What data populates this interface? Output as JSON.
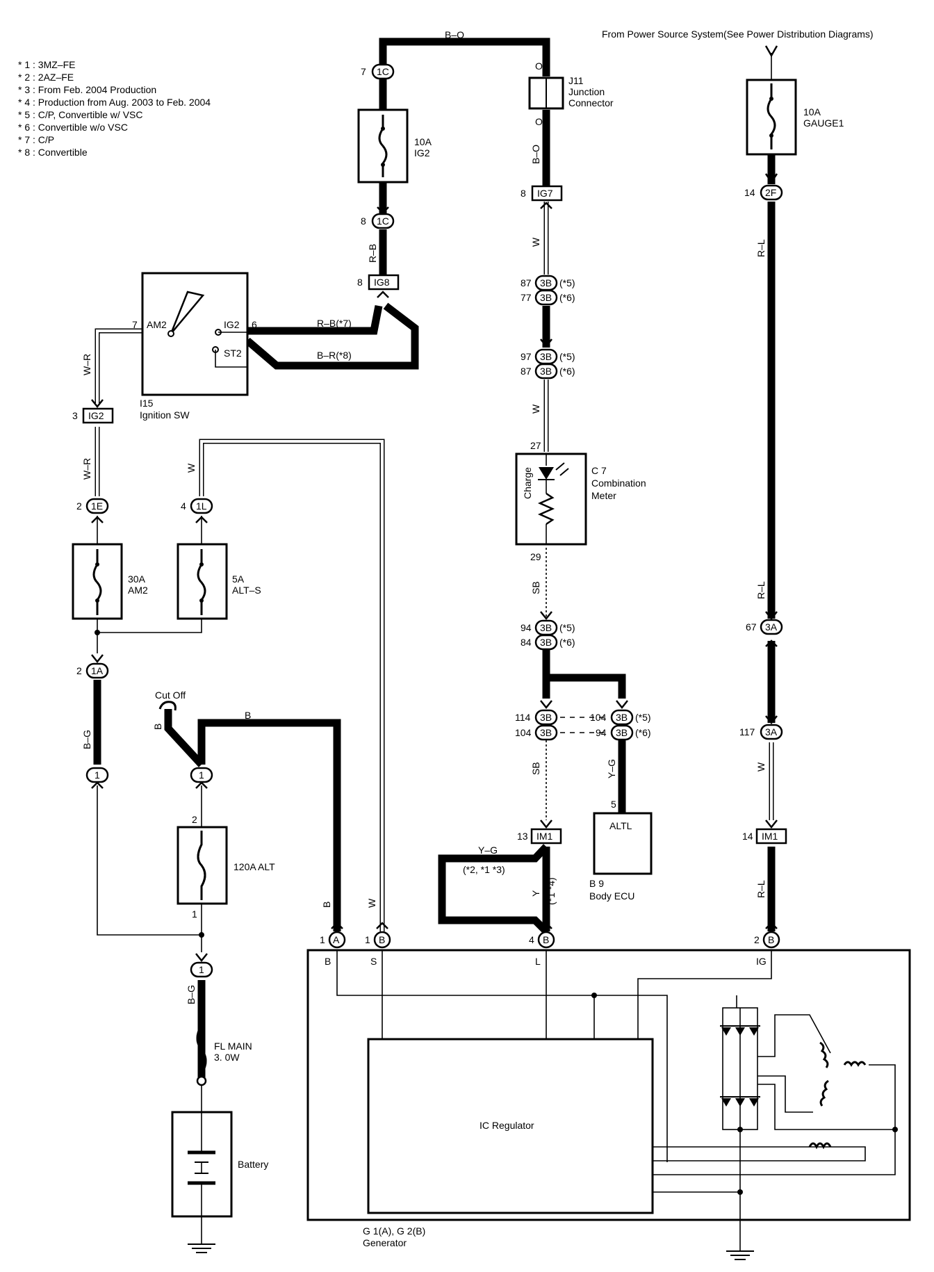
{
  "header": {
    "power_source": "From Power Source System(See Power Distribution Diagrams)"
  },
  "notes": [
    "* 1 : 3MZ–FE",
    "* 2 : 2AZ–FE",
    "* 3 : From Feb.  2004 Production",
    "* 4 : Production from Aug.  2003 to Feb.  2004",
    "* 5 : C/P,  Convertible w/ VSC",
    "* 6 : Convertible w/o VSC",
    "* 7 : C/P",
    "* 8 : Convertible"
  ],
  "wires": {
    "b_o_top": "B–O",
    "b_o_left": "O",
    "b_o_right": "B–O",
    "b_o_junction": "O",
    "r_b_upper": "R–B",
    "r_b_7": "R–B(*7)",
    "b_r_8": "B–R(*8)",
    "w_r_upper": "W–R",
    "w_r_lower": "W–R",
    "w_alt_s": "W",
    "w_meter_up": "W",
    "w_meter_down": "W",
    "sb_meter": "SB",
    "sb_lower": "SB",
    "y_g_ecu": "Y–G",
    "y_g_loop": "Y–G",
    "y_g_loop_note": "(*2, *1 *3)",
    "y_loop": "Y",
    "y_loop_note": "(*1 *4)",
    "r_l_top": "R–L",
    "r_l_mid": "R–L",
    "w_right": "W",
    "r_l_bottom": "R–L",
    "b_g_left": "B–G",
    "b_g_lower": "B–G",
    "b_main": "B",
    "b_cutoff": "B",
    "b_gen": "B",
    "w_gen": "W"
  },
  "components": {
    "fuse_ig2": {
      "rating": "10A",
      "name": "IG2"
    },
    "fuse_gauge1": {
      "rating": "10A",
      "name": "GAUGE1"
    },
    "fuse_am2": {
      "rating": "30A",
      "name": "AM2"
    },
    "fuse_alt_s": {
      "rating": "5A",
      "name": "ALT–S"
    },
    "fuse_alt": {
      "label": "120A ALT"
    },
    "fl_main": {
      "line1": "FL MAIN",
      "line2": "3. 0W"
    },
    "battery": {
      "label": "Battery"
    },
    "cut_off": {
      "label": "Cut Off"
    },
    "junction": {
      "id": "J11",
      "line1": "Junction",
      "line2": "Connector"
    },
    "ignition": {
      "id": "I15",
      "name": "Ignition SW",
      "am2": "AM2",
      "ig2": "IG2",
      "st2": "ST2",
      "pin_am2": "7",
      "pin_ig2": "6"
    },
    "meter": {
      "id": "C 7",
      "line1": "Combination",
      "line2": "Meter",
      "lamp": "Charge",
      "pin_top": "27",
      "pin_bottom": "29"
    },
    "body_ecu": {
      "id": "B 9",
      "name": "Body ECU",
      "terminal": "ALTL",
      "pin": "5"
    },
    "generator": {
      "id": "G 1(A), G 2(B)",
      "name": "Generator",
      "term_b": "B",
      "term_s": "S",
      "term_l": "L",
      "term_ig": "IG"
    },
    "ic_regulator": {
      "label": "IC Regulator"
    }
  },
  "connectors": {
    "c1c_top": {
      "pin": "7",
      "code": "1C"
    },
    "c1c_bottom": {
      "pin": "8",
      "code": "1C"
    },
    "ig8": {
      "pin": "8",
      "code": "IG8"
    },
    "ig7": {
      "pin": "8",
      "code": "IG7"
    },
    "c2f": {
      "pin": "14",
      "code": "2F"
    },
    "ig2_conn": {
      "pin": "3",
      "code": "IG2"
    },
    "c1e": {
      "pin": "2",
      "code": "1E"
    },
    "c1l": {
      "pin": "4",
      "code": "1L"
    },
    "c1a": {
      "pin": "2",
      "code": "1A"
    },
    "c3b_87": {
      "pin": "87",
      "code": "3B",
      "note": "(*5)"
    },
    "c3b_77": {
      "pin": "77",
      "code": "3B",
      "note": "(*6)"
    },
    "c3b_97": {
      "pin": "97",
      "code": "3B",
      "note": "(*5)"
    },
    "c3b_87b": {
      "pin": "87",
      "code": "3B",
      "note": "(*6)"
    },
    "c3b_94": {
      "pin": "94",
      "code": "3B",
      "note": "(*5)"
    },
    "c3b_84": {
      "pin": "84",
      "code": "3B",
      "note": "(*6)"
    },
    "c3b_114": {
      "pin": "114",
      "code": "3B"
    },
    "c3b_104": {
      "pin": "104",
      "code": "3B"
    },
    "c3b_104r": {
      "pin": "104",
      "code": "3B",
      "note": "(*5)"
    },
    "c3b_94r": {
      "pin": "94",
      "code": "3B",
      "note": "(*6)"
    },
    "c3a_67": {
      "pin": "67",
      "code": "3A"
    },
    "c3a_117": {
      "pin": "117",
      "code": "3A"
    },
    "im1_left": {
      "pin": "13",
      "code": "IM1"
    },
    "im1_right": {
      "pin": "14",
      "code": "IM1"
    },
    "j1_left": {
      "code": "1"
    },
    "j1_mid": {
      "code": "1"
    },
    "j1_low": {
      "code": "1"
    },
    "alt_pin2": {
      "pin": "2"
    },
    "alt_pin1": {
      "pin": "1"
    },
    "gen_a": {
      "pin": "1",
      "code": "A"
    },
    "gen_b_s": {
      "pin": "1",
      "code": "B"
    },
    "gen_b_l": {
      "pin": "4",
      "code": "B"
    },
    "gen_b_ig": {
      "pin": "2",
      "code": "B"
    }
  }
}
